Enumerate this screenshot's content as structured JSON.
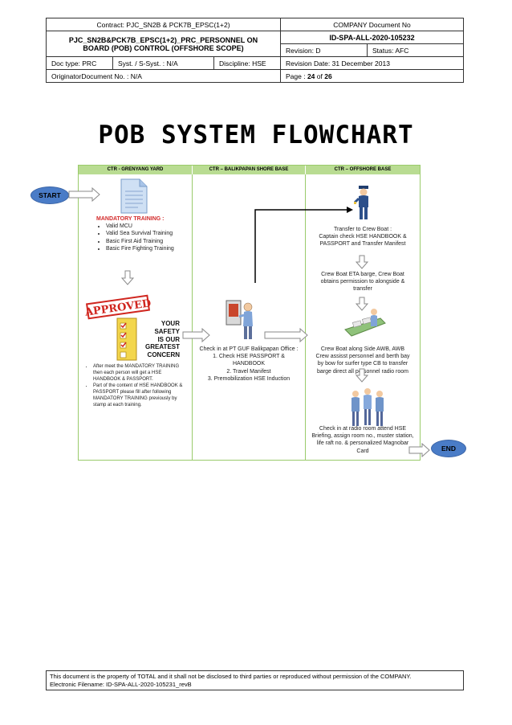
{
  "header": {
    "contract": "Contract:  PJC_SN2B & PCK7B_EPSC(1+2)",
    "doc_title": "PJC_SN2B&PCK7B_EPSC(1+2)_PRC_PERSONNEL ON BOARD (POB) CONTROL (OFFSHORE SCOPE)",
    "company_doc_label": "COMPANY Document No",
    "company_doc_no": "ID-SPA-ALL-2020-105232",
    "revision": "Revision: D",
    "status": "Status: AFC",
    "doc_type": "Doc type: PRC",
    "syst": "Syst. / S-Syst. : N/A",
    "discipline": "Discipline: HSE",
    "revision_date": "Revision Date: 31 December  2013",
    "originator": "OriginatorDocument No. : N/A",
    "page_prefix": "Page : ",
    "page_num": "24",
    "page_of": " of ",
    "page_total": "26"
  },
  "title": "POB SYSTEM FLOWCHART",
  "flowchart": {
    "columns": [
      "CTR - GRENYANG YARD",
      "CTR – BALIKPAPAN SHORE BASE",
      "CTR – OFFSHORE BASE"
    ],
    "start": "START",
    "end": "END",
    "mandatory_title": "MANDATORY TRAINING :",
    "mandatory_items": [
      "Valid MCU",
      "Valid Sea Survival Training",
      "Basic First Aid Training",
      "Basic Fire Fighting Training"
    ],
    "approved": "APPROVED",
    "safety_lines": [
      "YOUR SAFETY",
      "IS OUR",
      "GREATEST",
      "CONCERN"
    ],
    "after_items": [
      "After meet the MANDATORY TRAINING then each person will get a HSE HANDBOOK & PASSPORT.",
      "Part of the content of HSE HANDBOOK & PASSPORT please fill after following MANDATORY TRAINING previously by stamp at each training."
    ],
    "checkin_lines": [
      "Check in at PT GUF Balikpapan Office :",
      "1. Check HSE PASSPORT &",
      "HANDBOOK",
      "2. Travel Manifest",
      "3. Premobilization HSE Induction"
    ],
    "transfer_lines": [
      "Transfer to Crew Boat :",
      "Captain check HSE HANDBOOK &",
      "PASSPORT and Transfer Manifest"
    ],
    "eta_lines": [
      "Crew Boat ETA barge, Crew Boat",
      "obtains permission to alongside &",
      "transfer"
    ],
    "along_lines": [
      "Crew Boat along Side AWB, AWB",
      "Crew assisst personnel and berth bay",
      "by bow for surfer type CB to transfer",
      "barge direct all personnel radio room"
    ],
    "radio_lines": [
      "Check in at radio room attend HSE",
      "Briefing, assign room no., muster station,",
      "life raft no. & personalized Magnobar",
      "Card"
    ]
  },
  "footer": {
    "line1": "This document is the property of TOTAL and it shall not be disclosed to third parties or reproduced without permission of the COMPANY.",
    "line2": "Electronic Filename: ID-SPA-ALL-2020-105231_revB"
  }
}
